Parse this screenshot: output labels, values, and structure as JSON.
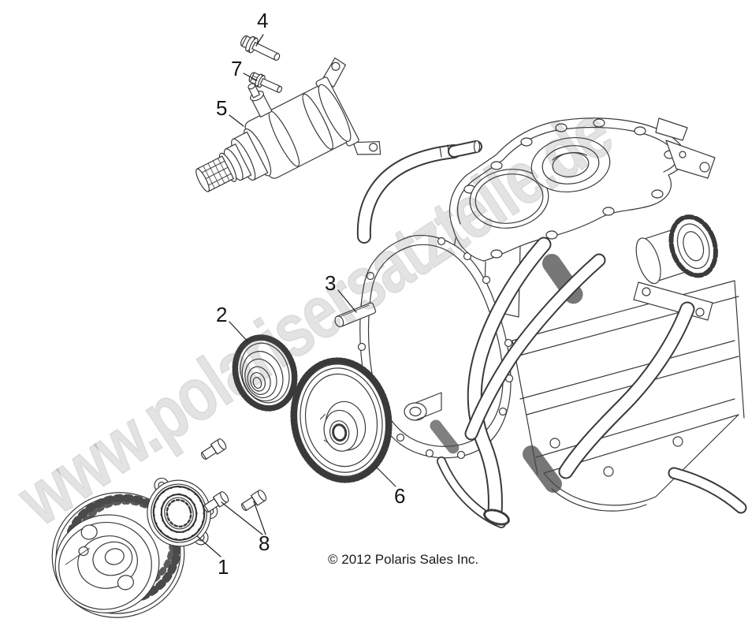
{
  "watermark": {
    "text": "www.polarisersatzteile.de",
    "color": "#d5d5d5"
  },
  "footer": {
    "copyright": "© 2012 Polaris Sales Inc."
  },
  "callouts": {
    "c1": {
      "label": "1"
    },
    "c2": {
      "label": "2"
    },
    "c3": {
      "label": "3"
    },
    "c4": {
      "label": "4"
    },
    "c5": {
      "label": "5"
    },
    "c6": {
      "label": "6"
    },
    "c7": {
      "label": "7"
    },
    "c8": {
      "label": "8"
    }
  },
  "diagram": {
    "line_color": "#3a3a3a",
    "background": "#ffffff"
  }
}
